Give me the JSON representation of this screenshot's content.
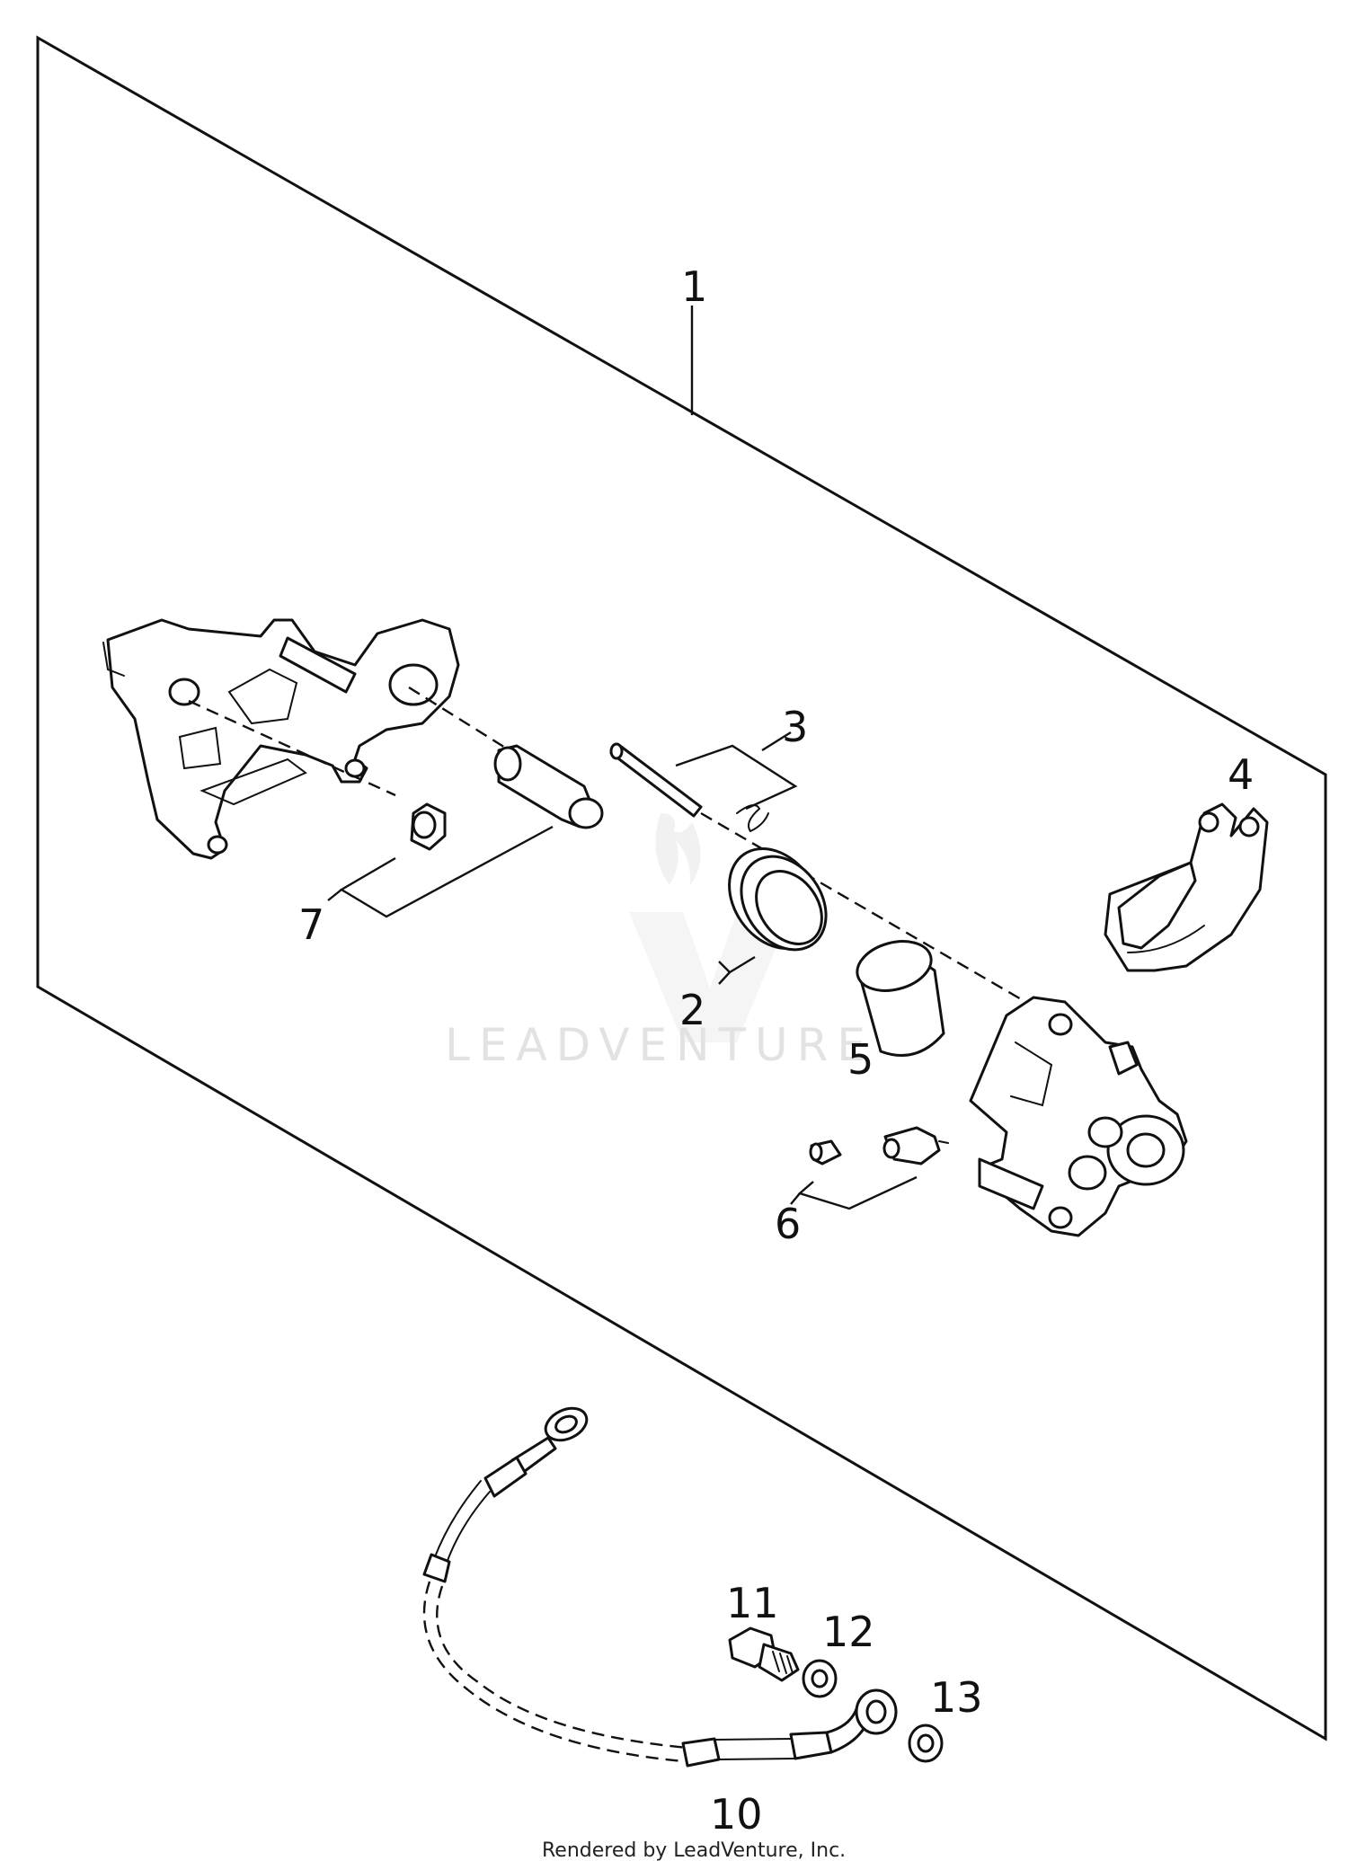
{
  "callouts": {
    "c1": "1",
    "c2": "2",
    "c3": "3",
    "c4": "4",
    "c5": "5",
    "c6": "6",
    "c7": "7",
    "c10": "10",
    "c11": "11",
    "c12": "12",
    "c13": "13"
  },
  "watermark": "LEADVENTURE",
  "footer": "Rendered by LeadVenture, Inc."
}
